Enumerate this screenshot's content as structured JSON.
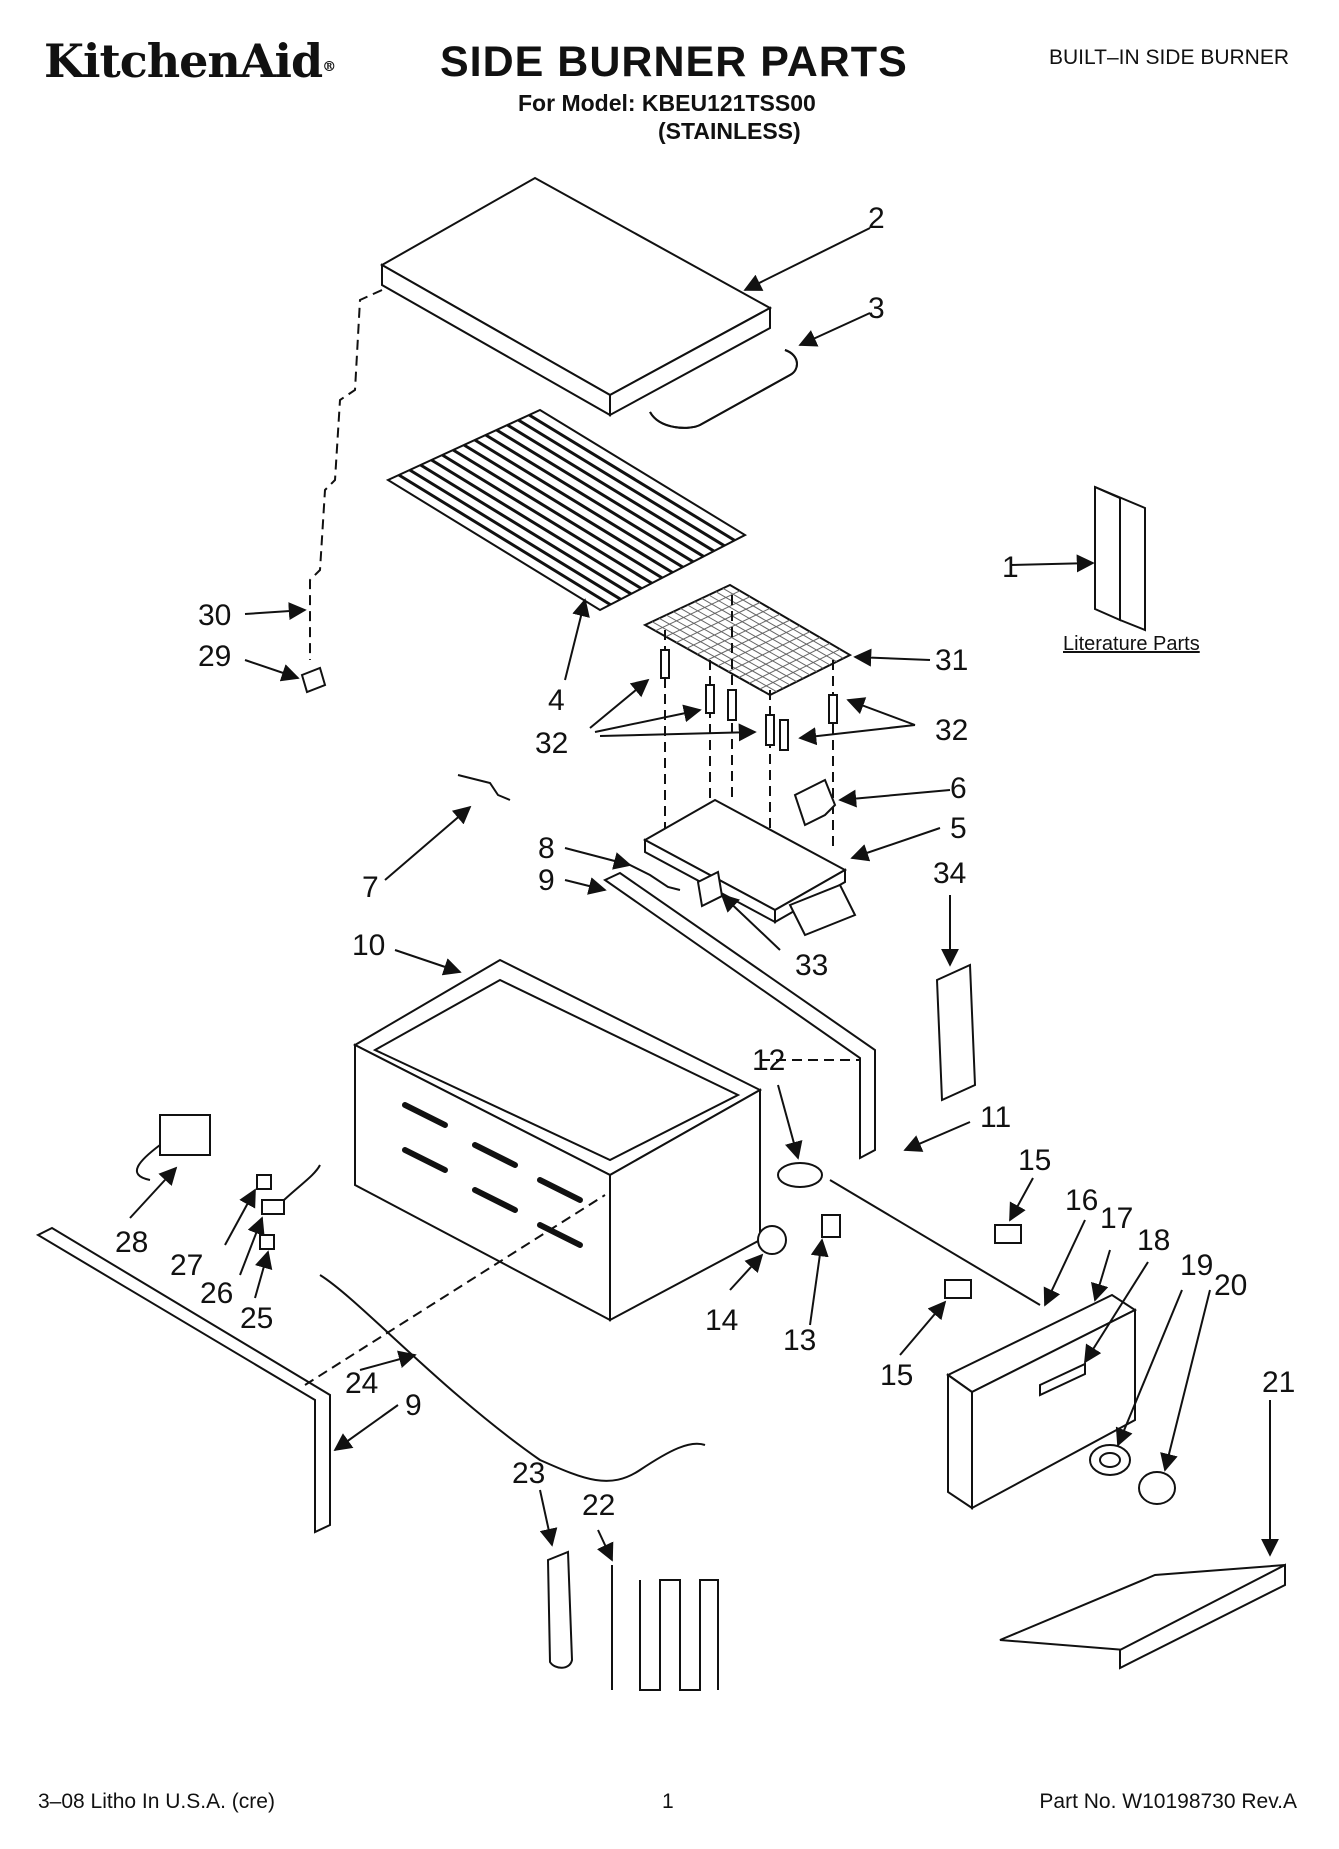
{
  "header": {
    "brand": "KitchenAid",
    "title": "SIDE BURNER PARTS",
    "model_line": "For Model: KBEU121TSS00",
    "finish_line": "(STAINLESS)",
    "product_type": "BUILT–IN SIDE BURNER"
  },
  "literature_label": "Literature Parts",
  "callouts": {
    "c1": "1",
    "c2": "2",
    "c3": "3",
    "c4": "4",
    "c5": "5",
    "c6": "6",
    "c7": "7",
    "c8": "8",
    "c9a": "9",
    "c9b": "9",
    "c10": "10",
    "c11": "11",
    "c12": "12",
    "c13": "13",
    "c14": "14",
    "c15a": "15",
    "c15b": "15",
    "c16": "16",
    "c17": "17",
    "c18": "18",
    "c19": "19",
    "c20": "20",
    "c21": "21",
    "c22": "22",
    "c23": "23",
    "c24": "24",
    "c25": "25",
    "c26": "26",
    "c27": "27",
    "c28": "28",
    "c29": "29",
    "c30": "30",
    "c31": "31",
    "c32a": "32",
    "c32b": "32",
    "c33": "33",
    "c34": "34"
  },
  "footer": {
    "litho": "3–08 Litho In U.S.A. (cre)",
    "page": "1",
    "part_no": "Part No. W10198730 Rev.A"
  }
}
